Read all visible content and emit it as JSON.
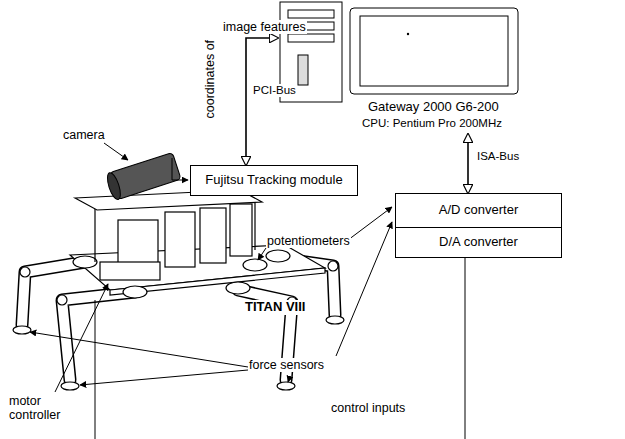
{
  "diagram": {
    "nodes": [
      {
        "text": [
          "Gateway 2000 G6-200",
          "CPU: Pentium Pro 200MHz"
        ]
      },
      {
        "text": [
          "Fujitsu Tracking module"
        ]
      },
      {
        "text": [
          "A/D converter"
        ]
      },
      {
        "text": [
          "D/A converter"
        ]
      }
    ],
    "edges": [
      {
        "from": 1,
        "to": 0,
        "arrow": "both",
        "label": "PCI-Bus"
      },
      {
        "from": 0,
        "to": 2,
        "arrow": "both",
        "label": "ISA-Bus"
      }
    ],
    "labels": [
      "camera",
      "potentiometers",
      "TITAN VIII",
      "motor controller",
      "force sensors",
      "control inputs",
      "coordinates of",
      "image features"
    ]
  }
}
